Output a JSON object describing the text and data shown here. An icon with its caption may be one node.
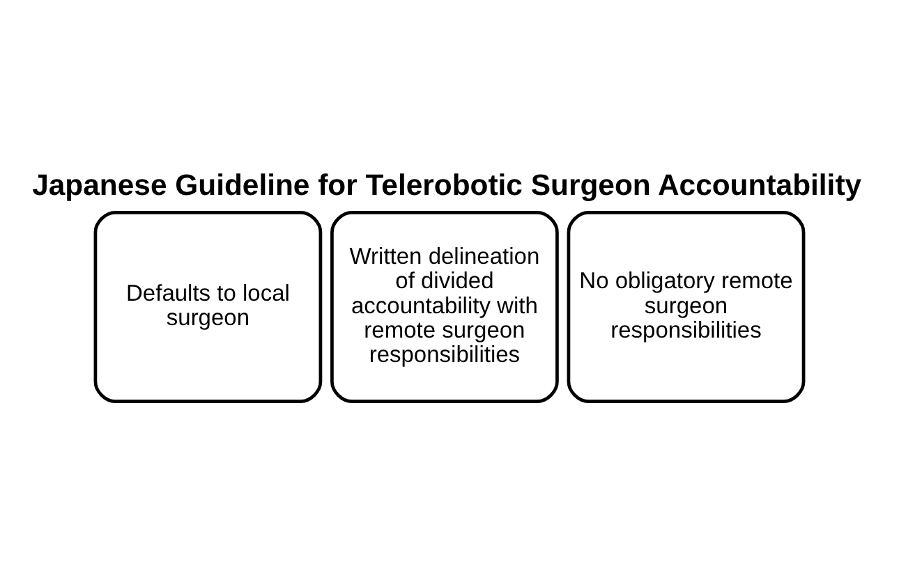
{
  "diagram": {
    "title": "Japanese Guideline for Telerobotic Surgeon Accountability",
    "nodes": [
      {
        "text": [
          "Defaults to local surgeon"
        ]
      },
      {
        "text": [
          "Written delineation of divided accountability with remote surgeon responsibilities"
        ]
      },
      {
        "text": [
          "No obligatory remote surgeon responsibilities"
        ]
      }
    ],
    "edges": []
  }
}
